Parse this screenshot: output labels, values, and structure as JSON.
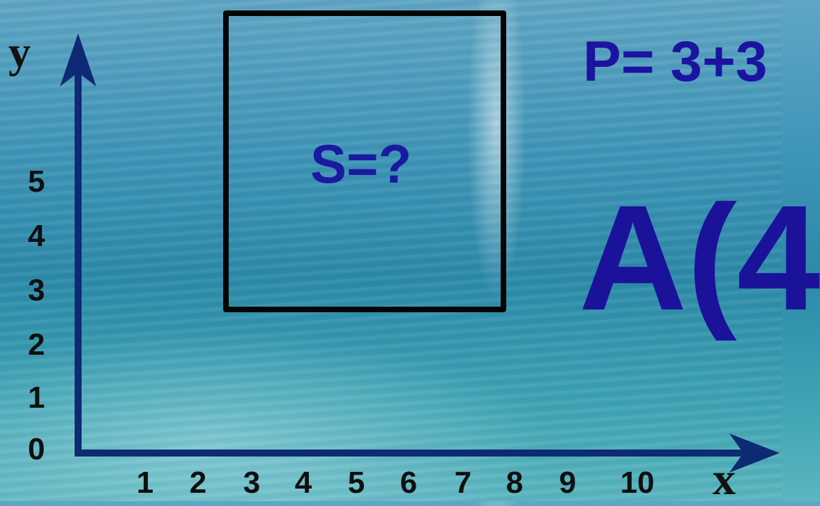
{
  "axes": {
    "y_name": "y",
    "x_name": "x",
    "y_ticks": [
      "0",
      "1",
      "2",
      "3",
      "4",
      "5"
    ],
    "x_ticks": [
      "1",
      "2",
      "3",
      "4",
      "5",
      "6",
      "7",
      "8",
      "9",
      "10"
    ],
    "axis_color": "#0d2a73"
  },
  "square": {
    "label": "S=?",
    "border_color": "#050505"
  },
  "perimeter": {
    "text": "P= 3+3"
  },
  "point": {
    "text": "A(4"
  },
  "colors": {
    "text_blue": "#1c14a0",
    "tick_black": "#0f0f10"
  }
}
